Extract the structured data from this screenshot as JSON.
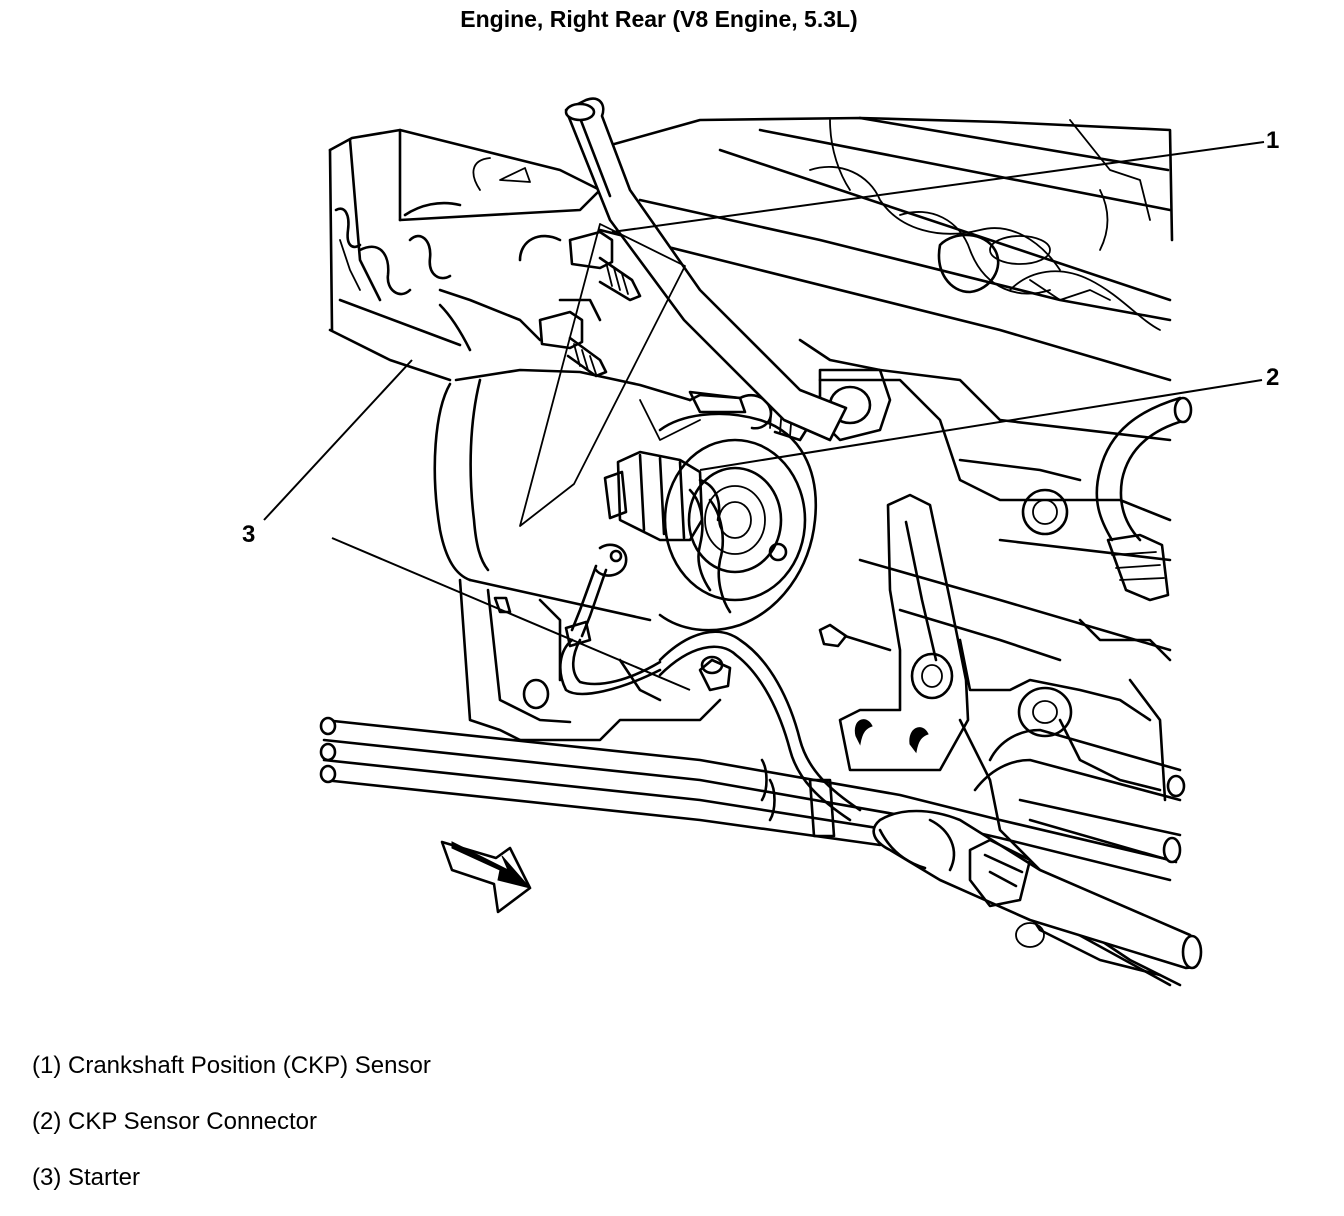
{
  "diagram": {
    "title": "Engine, Right Rear (V8 Engine, 5.3L)",
    "callouts": [
      {
        "number": "1",
        "label": "(1) Crankshaft Position (CKP) Sensor"
      },
      {
        "number": "2",
        "label": "(2) CKP Sensor Connector"
      },
      {
        "number": "3",
        "label": "(3) Starter"
      }
    ],
    "icons": [
      "front-direction-arrow-icon"
    ]
  }
}
